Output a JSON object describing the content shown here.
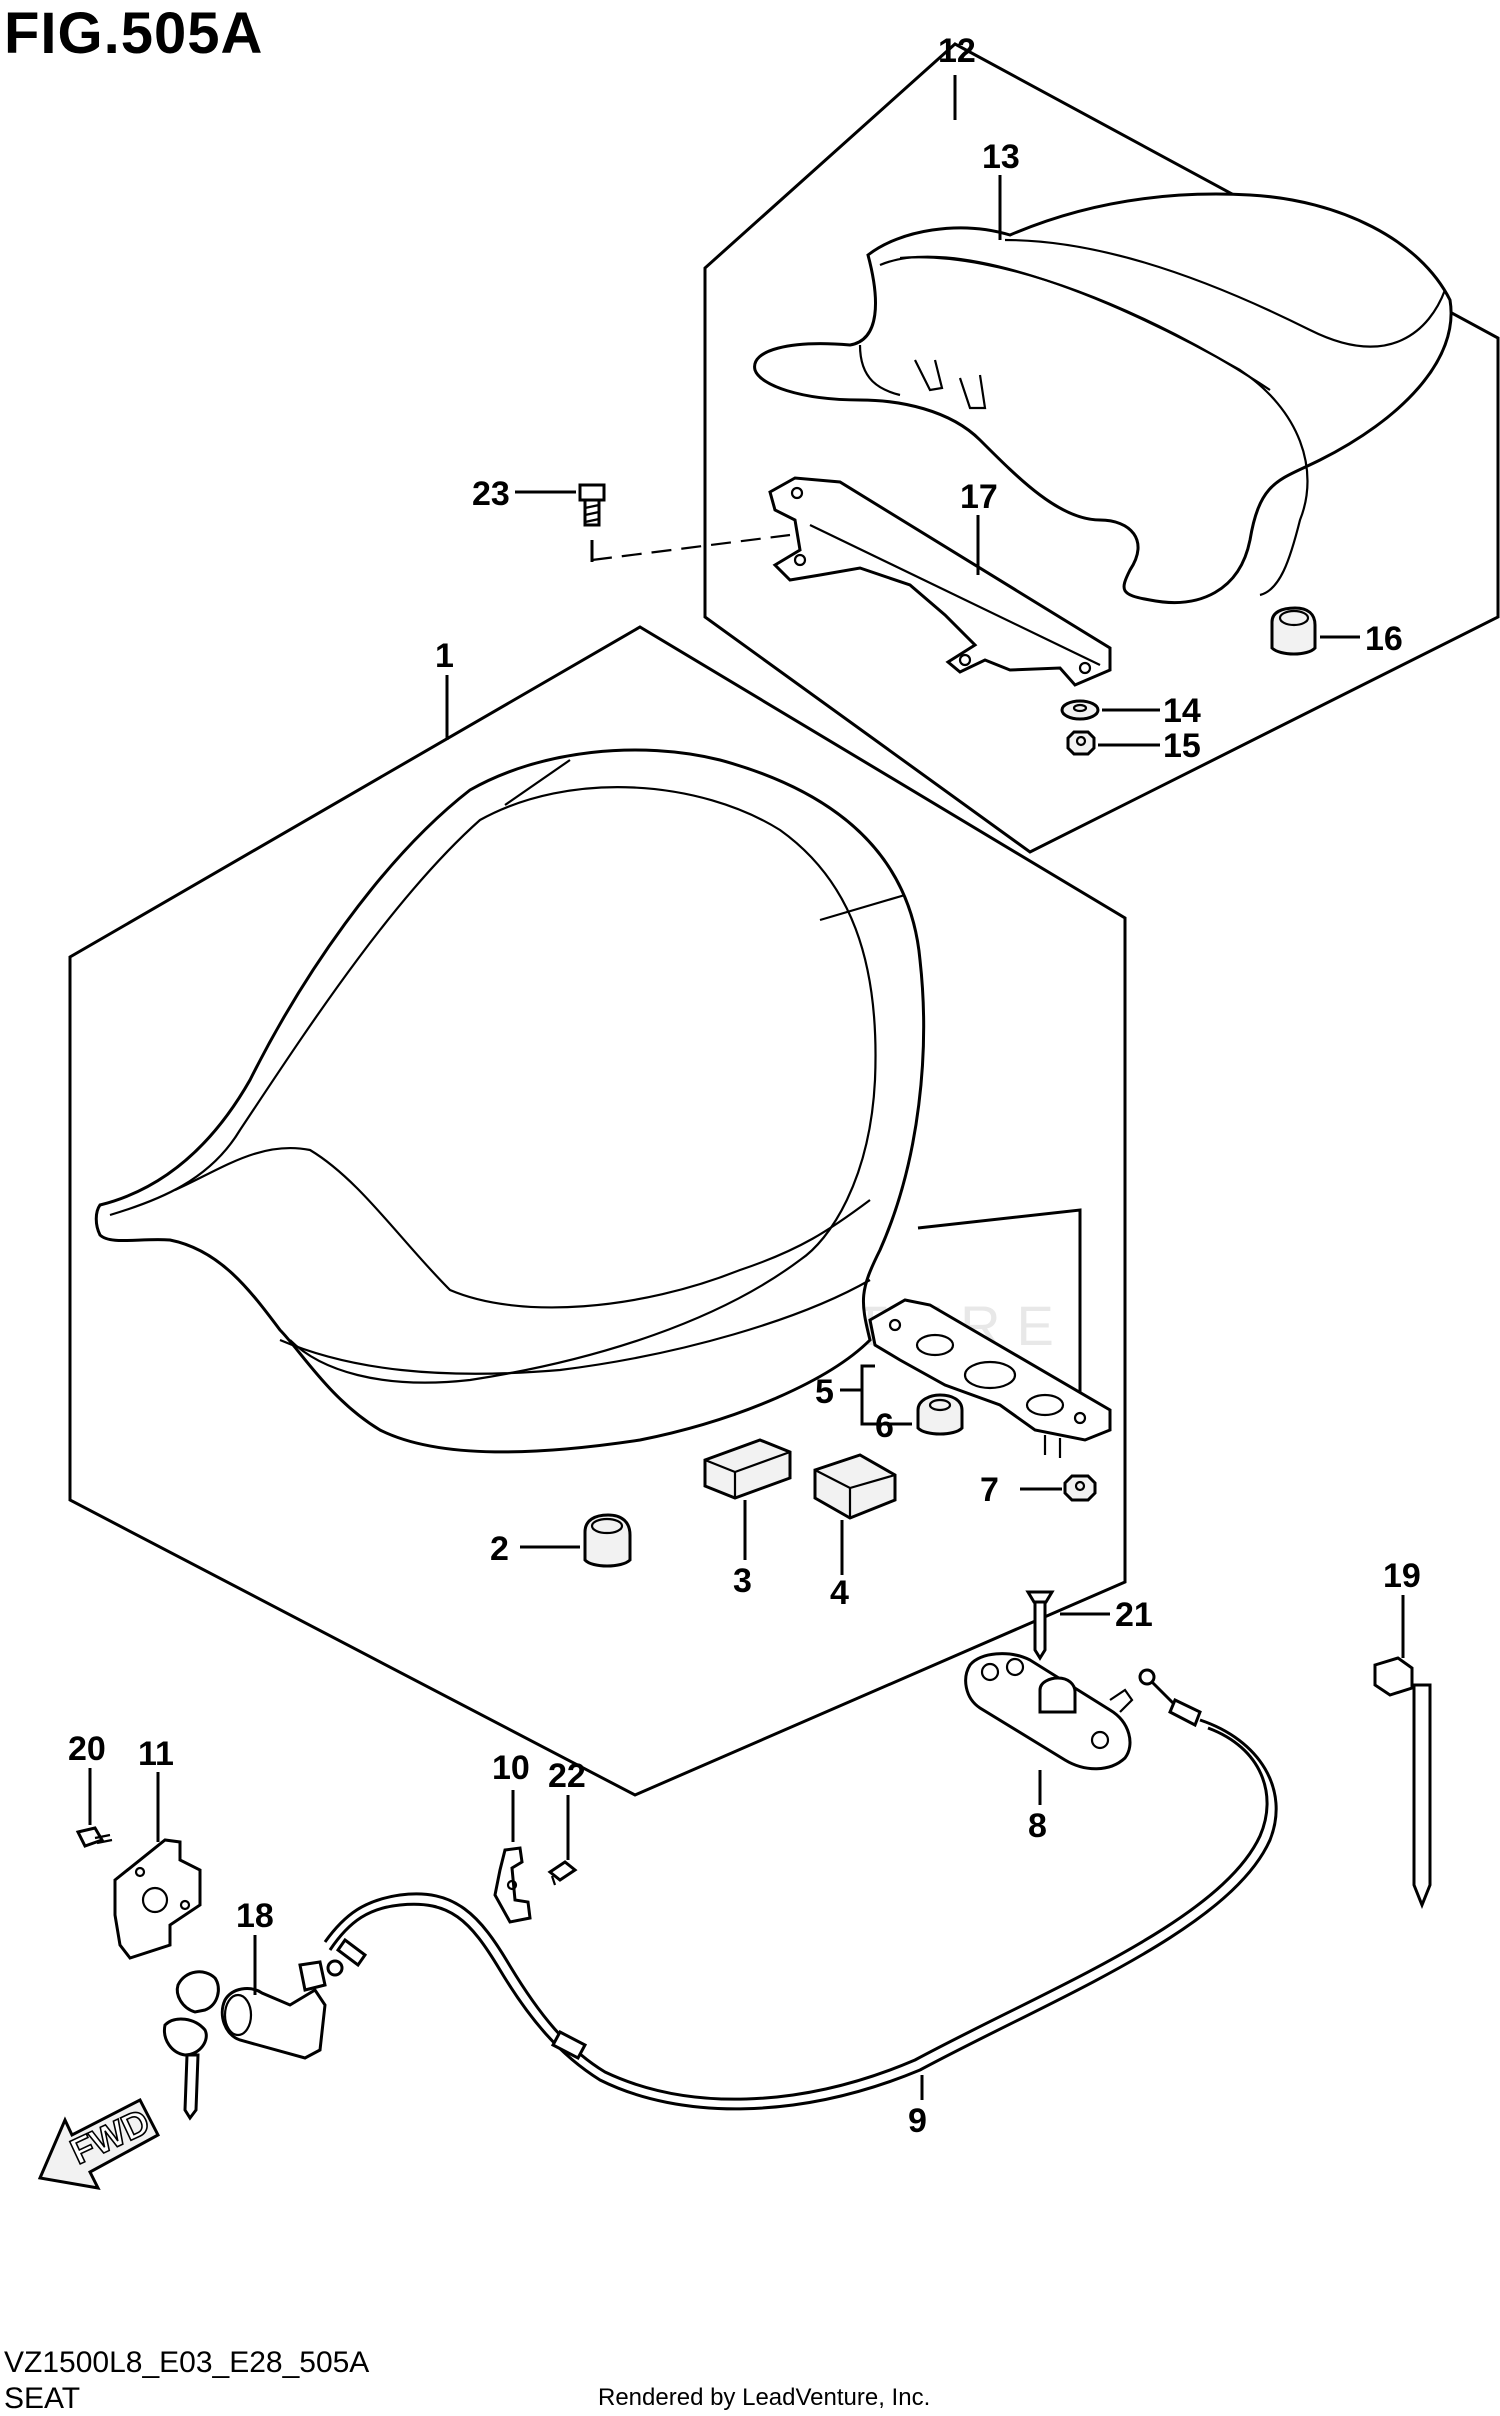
{
  "header": {
    "figure_title": "FIG.505A"
  },
  "footer": {
    "drawing_code": "VZ1500L8_E03_E28_505A",
    "section_name": "SEAT",
    "render_credit": "Rendered by LeadVenture, Inc."
  },
  "watermark": {
    "text": "LEADVENTURE"
  },
  "direction_arrow": {
    "text": "FWD"
  },
  "callouts": {
    "c1": "1",
    "c2": "2",
    "c3": "3",
    "c4": "4",
    "c5": "5",
    "c6": "6",
    "c7": "7",
    "c8": "8",
    "c9": "9",
    "c10": "10",
    "c11": "11",
    "c12": "12",
    "c13": "13",
    "c14": "14",
    "c15": "15",
    "c16": "16",
    "c17": "17",
    "c18": "18",
    "c19": "19",
    "c20": "20",
    "c21": "21",
    "c22": "22",
    "c23": "23"
  }
}
